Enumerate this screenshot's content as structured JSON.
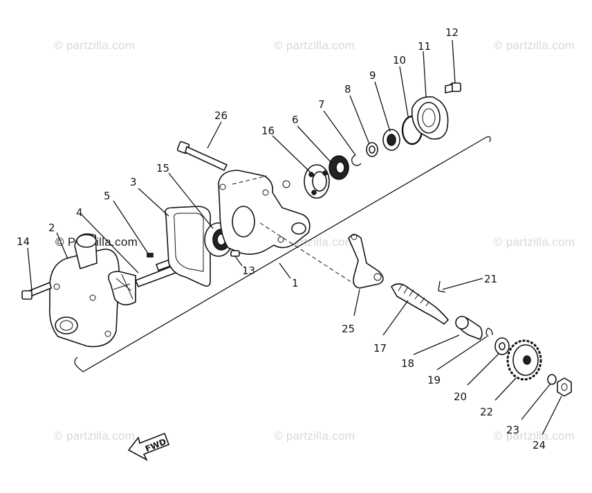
{
  "watermark": {
    "text": "© Partzilla.com",
    "text_lower": "© partzilla.com"
  },
  "fwd_label": "FWD",
  "callouts": [
    "1",
    "2",
    "3",
    "4",
    "5",
    "6",
    "7",
    "8",
    "9",
    "10",
    "11",
    "12",
    "13",
    "14",
    "15",
    "16",
    "17",
    "18",
    "19",
    "20",
    "21",
    "22",
    "23",
    "24",
    "25",
    "26"
  ]
}
